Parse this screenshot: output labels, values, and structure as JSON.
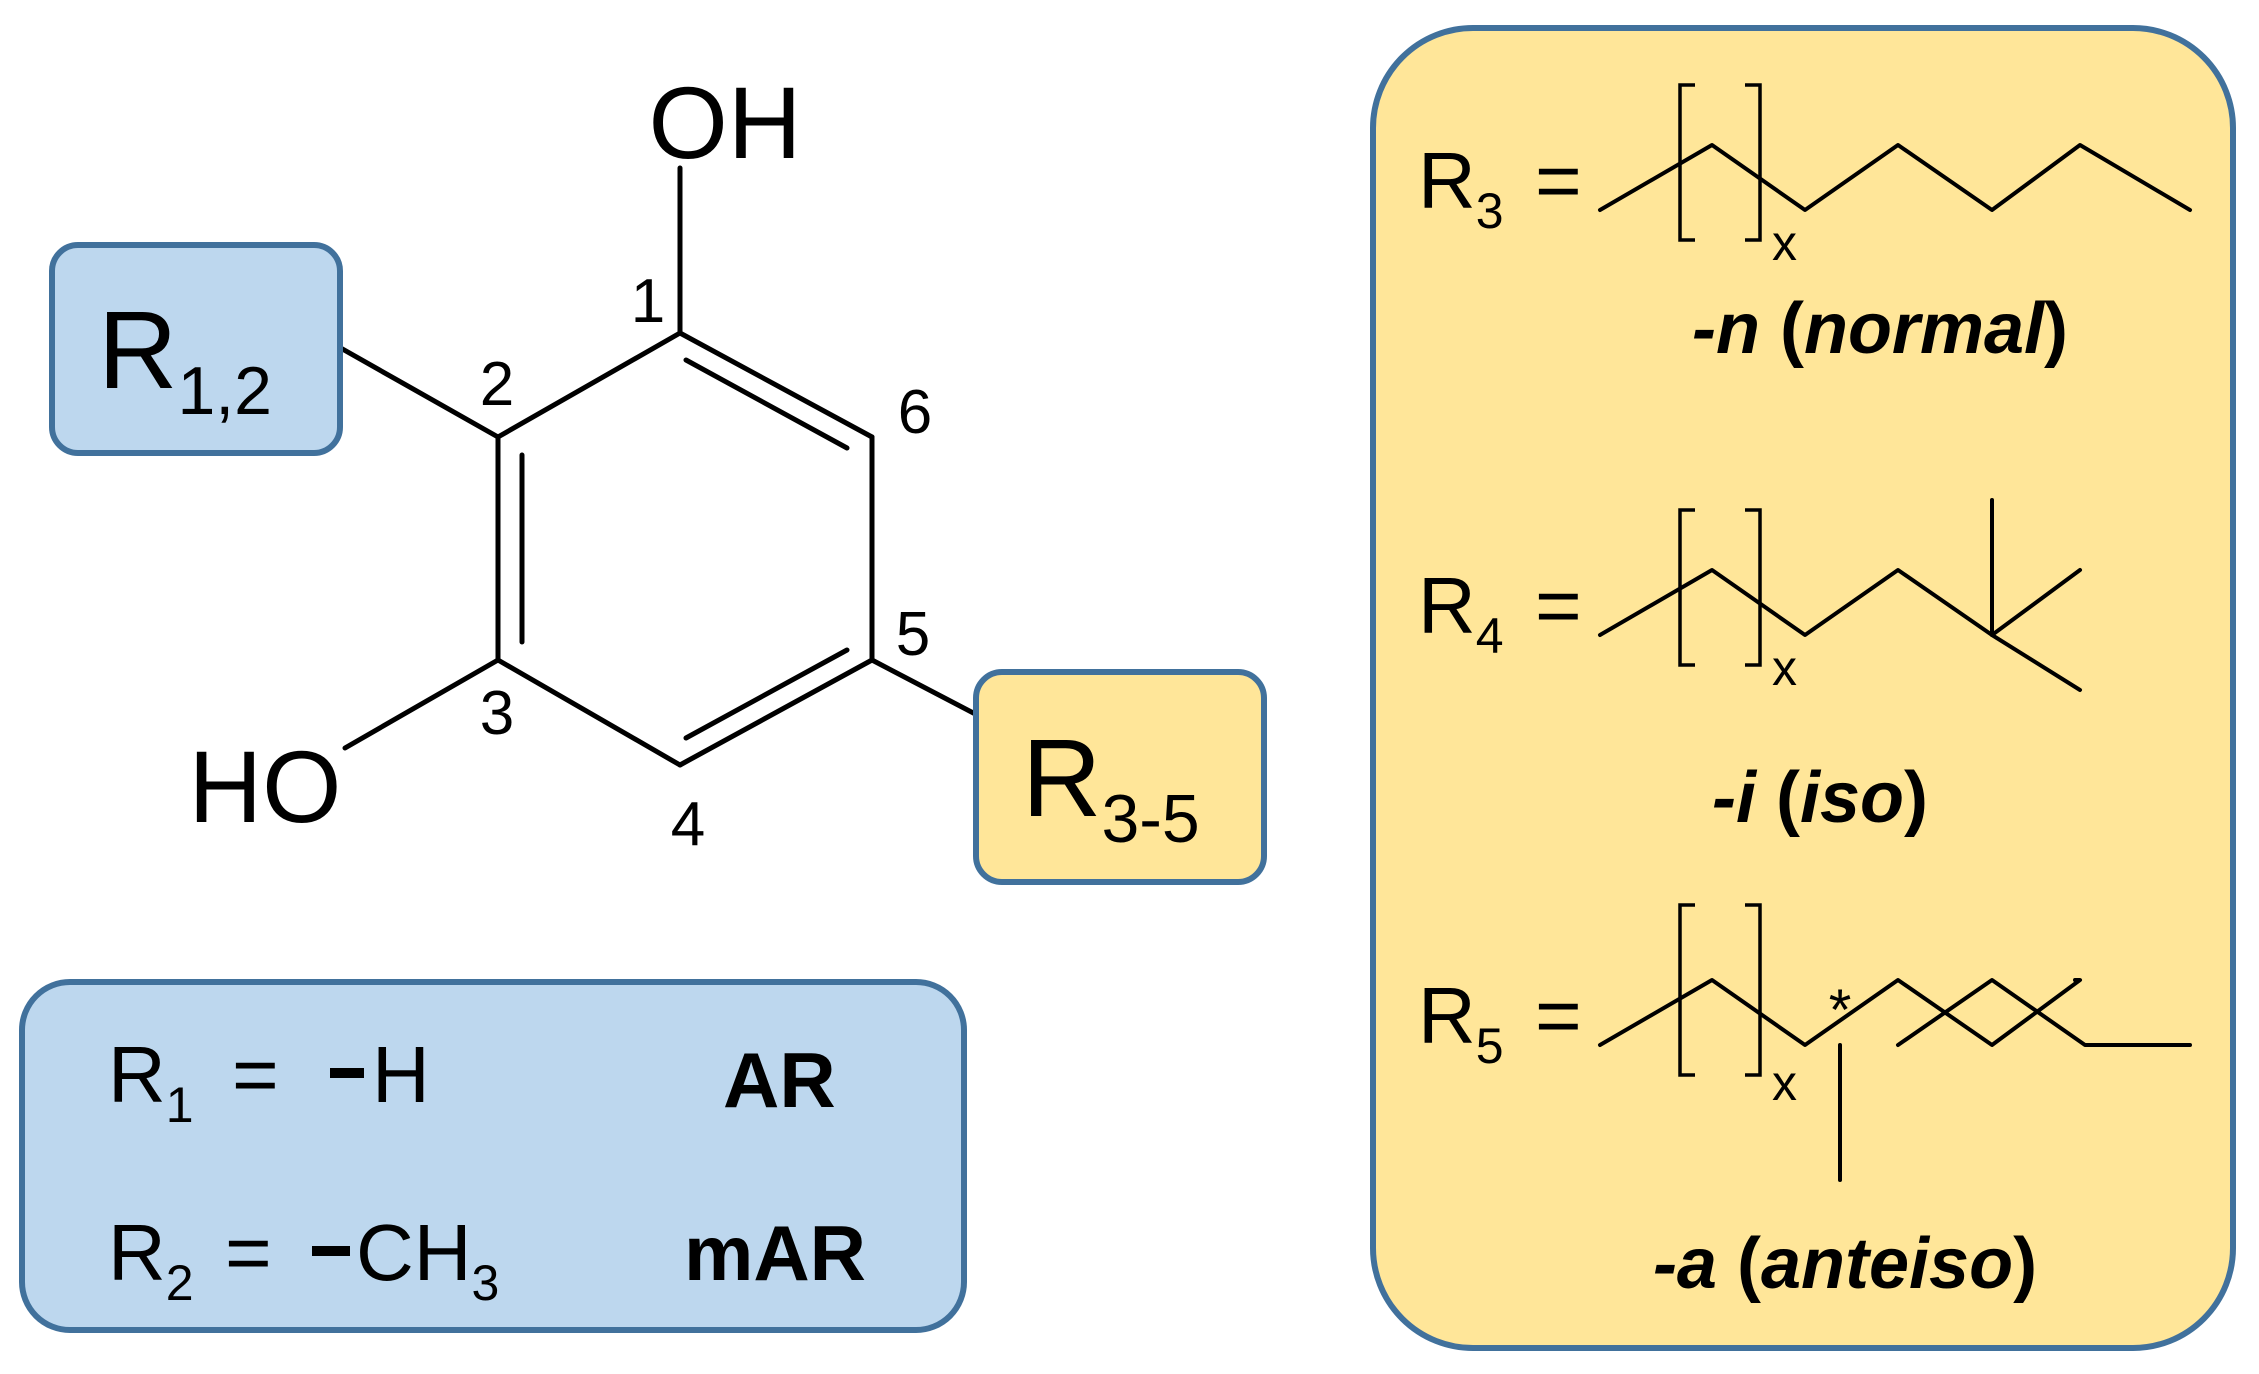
{
  "colors": {
    "blue_fill": "#bdd7ee",
    "blue_border": "#41719c",
    "yellow_fill": "#ffe699",
    "yellow_border": "#41719c"
  },
  "molecule": {
    "oh_top": "OH",
    "oh_left": "HO",
    "positions": [
      "1",
      "2",
      "3",
      "4",
      "5",
      "6"
    ],
    "r12": {
      "base": "R",
      "sub": "1,2"
    },
    "r35": {
      "base": "R",
      "sub": "3-5"
    }
  },
  "legend_blue": {
    "rows": [
      {
        "base": "R",
        "sub": "1",
        "eq": "=",
        "group": "H",
        "name": "AR"
      },
      {
        "base": "R",
        "sub": "2",
        "eq": "=",
        "group": "CH",
        "group_sub": "3",
        "name": "mAR"
      }
    ]
  },
  "legend_yellow": {
    "entries": [
      {
        "base": "R",
        "sub": "3",
        "eq": "=",
        "repeat": "x",
        "prefix": "-n",
        "open": "(",
        "name": "normal",
        "close": ")"
      },
      {
        "base": "R",
        "sub": "4",
        "eq": "=",
        "repeat": "x",
        "prefix": "-i",
        "open": "(",
        "name": "iso",
        "close": ")"
      },
      {
        "base": "R",
        "sub": "5",
        "eq": "=",
        "repeat": "x",
        "stereo": "*",
        "prefix": "-a",
        "open": "(",
        "name": "anteiso",
        "close": ")"
      }
    ]
  }
}
